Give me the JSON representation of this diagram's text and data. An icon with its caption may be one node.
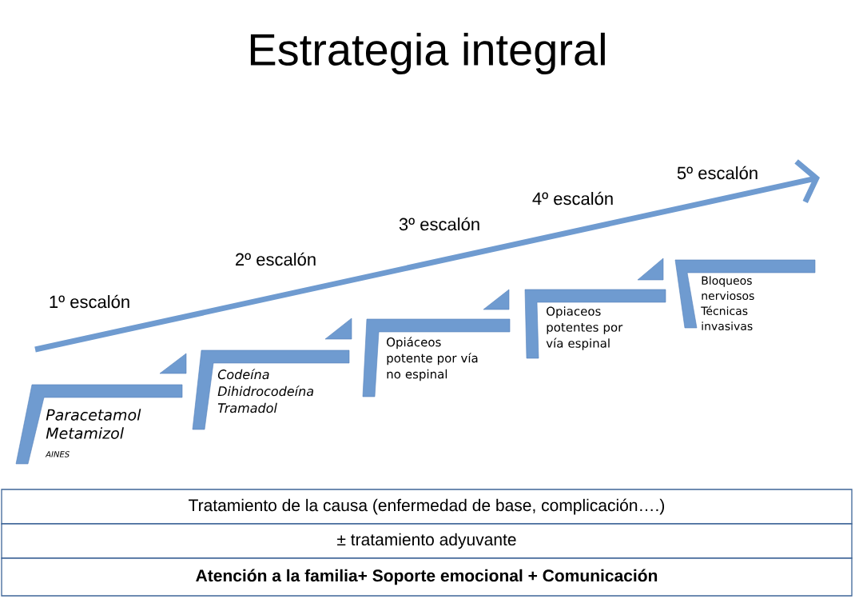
{
  "diagram": {
    "title": "Estrategia integral",
    "nodes": [
      {
        "text": [
          "Paracetamol Metamizol",
          "AINES"
        ]
      },
      {
        "text": [
          "Codeína Dihidrocodeína Tramadol"
        ]
      },
      {
        "text": [
          "Opiáceos potente por vía no espinal"
        ]
      },
      {
        "text": [
          "Opiaceos potentes por vía espinal"
        ]
      },
      {
        "text": [
          "Bloqueos nerviosos Técnicas invasivas"
        ]
      },
      {
        "text": [
          "Tratamiento de la causa (enfermedad de base, complicación….)"
        ]
      },
      {
        "text": [
          "± tratamiento adyuvante"
        ]
      },
      {
        "text": [
          "Atención a la familia+ Soporte emocional + Comunicación"
        ]
      }
    ],
    "labels": [
      "1º escalón",
      "2º escalón",
      "3º escalón",
      "4º escalón",
      "5º escalón"
    ]
  }
}
